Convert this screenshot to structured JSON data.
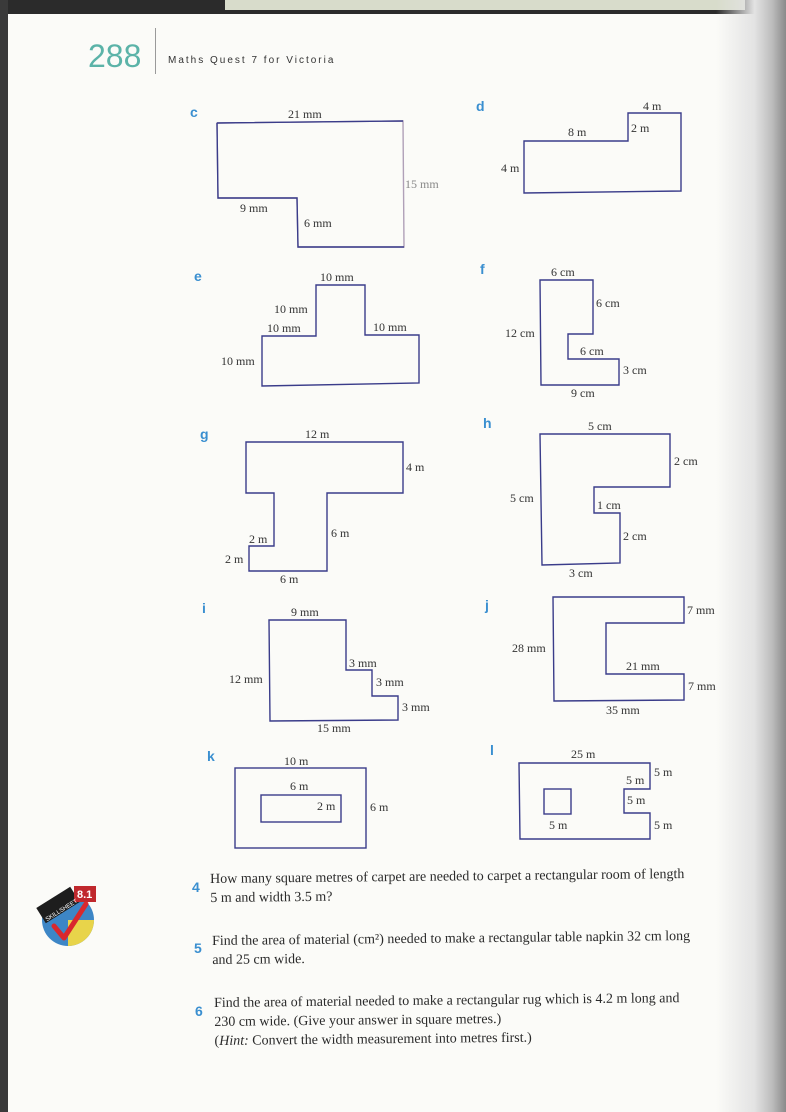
{
  "header": {
    "page_number": "288",
    "book_title": "Maths Quest 7 for Victoria"
  },
  "figures": [
    {
      "id": "c",
      "labels": [
        "21 mm",
        "15 mm",
        "9 mm",
        "6 mm"
      ]
    },
    {
      "id": "d",
      "labels": [
        "4 m",
        "2 m",
        "8 m",
        "4 m"
      ]
    },
    {
      "id": "e",
      "labels": [
        "10 mm",
        "10 mm",
        "10 mm",
        "10 mm",
        "10 mm"
      ]
    },
    {
      "id": "f",
      "labels": [
        "6 cm",
        "6 cm",
        "12 cm",
        "6 cm",
        "3 cm",
        "9 cm"
      ]
    },
    {
      "id": "g",
      "labels": [
        "12 m",
        "4 m",
        "6 m",
        "2 m",
        "2 m",
        "6 m"
      ]
    },
    {
      "id": "h",
      "labels": [
        "5 cm",
        "2 cm",
        "5 cm",
        "1 cm",
        "2 cm",
        "3 cm"
      ]
    },
    {
      "id": "i",
      "labels": [
        "9 mm",
        "3 mm",
        "12 mm",
        "3 mm",
        "3 mm",
        "15 mm"
      ]
    },
    {
      "id": "j",
      "labels": [
        "7 mm",
        "28 mm",
        "21 mm",
        "7 mm",
        "35 mm"
      ]
    },
    {
      "id": "k",
      "labels": [
        "10 m",
        "6 m",
        "2 m",
        "6 m"
      ]
    },
    {
      "id": "l",
      "labels": [
        "25 m",
        "5 m",
        "5 m",
        "5 m",
        "5 m",
        "5 m"
      ]
    }
  ],
  "badge": {
    "label": "SKILLSHEET",
    "number": "8.1"
  },
  "questions": [
    {
      "num": "4",
      "lines": [
        "How many square metres of carpet are needed to carpet a rectangular room of length",
        "5 m and width 3.5 m?"
      ]
    },
    {
      "num": "5",
      "lines": [
        "Find the area of material (cm²) needed to make a rectangular table napkin 32 cm long",
        "and 25 cm wide."
      ]
    },
    {
      "num": "6",
      "lines": [
        "Find the area of material needed to make a rectangular rug which is 4.2 m long and",
        "230 cm wide. (Give your answer in square metres.)"
      ],
      "hint_label": "Hint:",
      "hint_text": " Convert the width measurement into metres first.)",
      "hint_open": "("
    }
  ]
}
